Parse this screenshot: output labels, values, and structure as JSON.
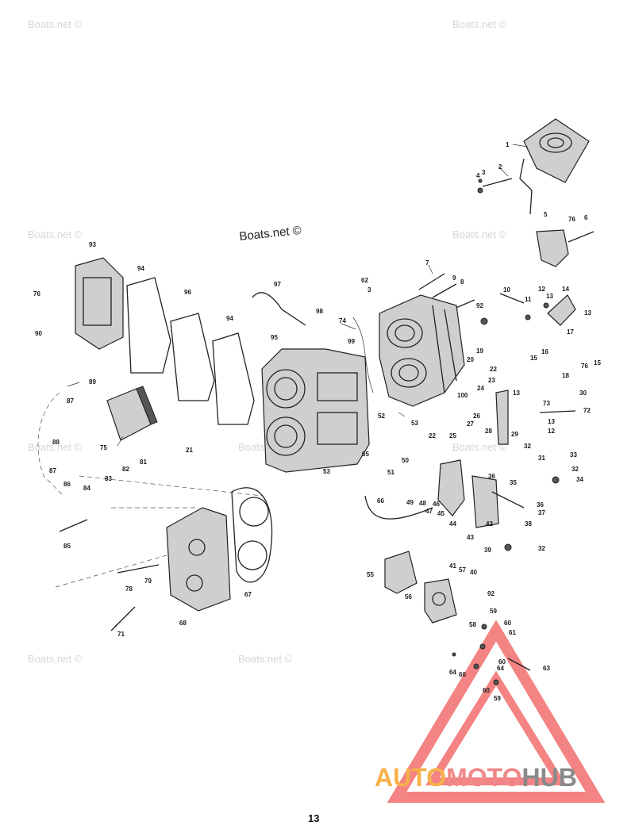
{
  "page_number": "13",
  "watermarks": {
    "main": "Boats.net ©",
    "faded": "Boats.net ©"
  },
  "logo": {
    "part1": "AUTO",
    "part2": "MOTO",
    "part3": "HUB",
    "colors": {
      "part1": "#f7b14a",
      "part2": "#f08a8a",
      "part3": "#8a8a8a",
      "triangle": "#f26d6d"
    }
  },
  "callouts": {
    "c1": "1",
    "c2": "2",
    "c3a": "3",
    "c4": "4",
    "c5": "5",
    "c76a": "76",
    "c6": "6",
    "c7": "7",
    "c8": "8",
    "c9": "9",
    "c10": "10",
    "c11": "11",
    "c12a": "12",
    "c13a": "13",
    "c14": "14",
    "c13b": "13",
    "c62": "62",
    "c3b": "3",
    "c92a": "92",
    "c97": "97",
    "c98": "98",
    "c74": "74",
    "c99": "99",
    "c94a": "94",
    "c95": "95",
    "c93": "93",
    "c94b": "94",
    "c96": "96",
    "c76b": "76",
    "c90": "90",
    "c17": "17",
    "c16": "16",
    "c15a": "15",
    "c76c": "76",
    "c15b": "15",
    "c18": "18",
    "c19": "19",
    "c20": "20",
    "c22a": "22",
    "c23": "23",
    "c24": "24",
    "c100": "100",
    "c13c": "13",
    "c30": "30",
    "c73": "73",
    "c72": "72",
    "c13d": "13",
    "c12b": "12",
    "c26": "26",
    "c27": "27",
    "c28": "28",
    "c29": "29",
    "c52": "52",
    "c53a": "53",
    "c22b": "22",
    "c25": "25",
    "c32a": "32",
    "c33": "33",
    "c31": "31",
    "c32b": "32",
    "c34": "34",
    "c89": "89",
    "c87a": "87",
    "c88": "88",
    "c75": "75",
    "c21": "21",
    "c53b": "53",
    "c65": "65",
    "c50": "50",
    "c51": "51",
    "c87b": "87",
    "c86": "86",
    "c84": "84",
    "c83": "83",
    "c82": "82",
    "c81": "81",
    "c36a": "36",
    "c35": "35",
    "c49": "49",
    "c48": "48",
    "c46": "46",
    "c47": "47",
    "c45": "45",
    "c66": "66",
    "c44": "44",
    "c36b": "36",
    "c37": "37",
    "c42": "42",
    "c38": "38",
    "c85": "85",
    "c43": "43",
    "c39": "39",
    "c32c": "32",
    "c41": "41",
    "c57": "57",
    "c40": "40",
    "c55": "55",
    "c78": "78",
    "c79": "79",
    "c92b": "92",
    "c67": "67",
    "c56": "56",
    "c59a": "59",
    "c60a": "60",
    "c71": "71",
    "c68": "68",
    "c58": "58",
    "c61": "61",
    "c60b": "60",
    "c64a": "64",
    "c63": "63",
    "c64b": "64",
    "c60c": "60",
    "c60d": "60",
    "c59b": "59"
  }
}
